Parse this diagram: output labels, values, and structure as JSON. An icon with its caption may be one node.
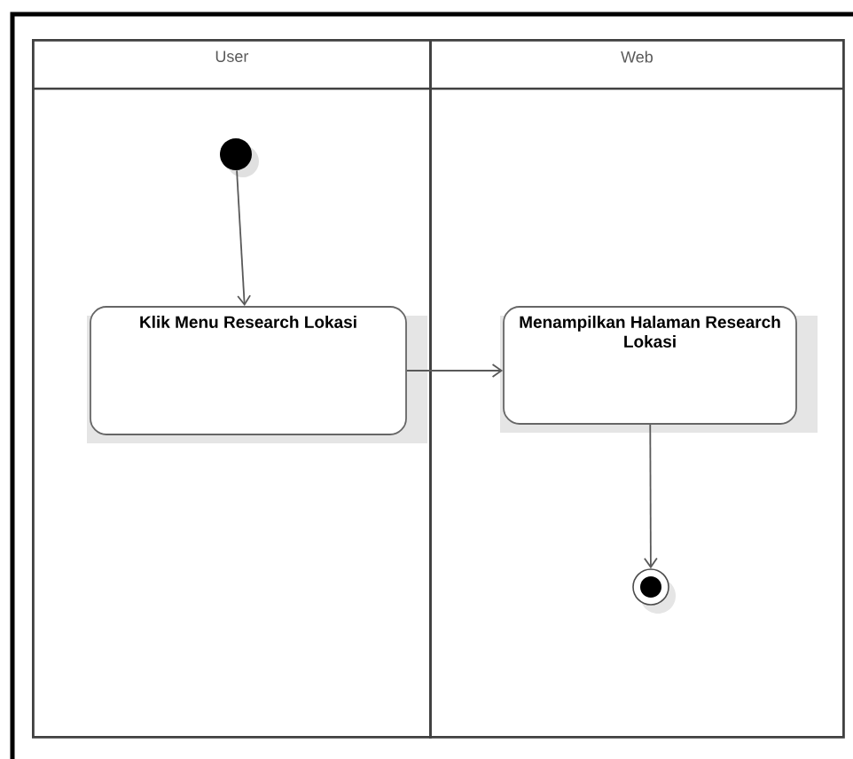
{
  "diagram": {
    "nodes": [
      {
        "text": [
          "User"
        ]
      },
      {
        "text": [
          "Web"
        ]
      },
      {
        "text": [],
        "shape": "circle",
        "in": 0
      },
      {
        "text": [
          "Klik Menu Research Lokasi"
        ],
        "in": 0
      },
      {
        "text": [
          "Menampilkan Halaman Research Lokasi"
        ],
        "in": 1
      },
      {
        "text": [],
        "shape": "bullseye",
        "in": 1
      }
    ],
    "edges": [
      {
        "from": 2,
        "to": 3,
        "arrow": "to"
      },
      {
        "from": 3,
        "to": 4,
        "arrow": "to"
      },
      {
        "from": 4,
        "to": 5,
        "arrow": "to"
      }
    ]
  }
}
